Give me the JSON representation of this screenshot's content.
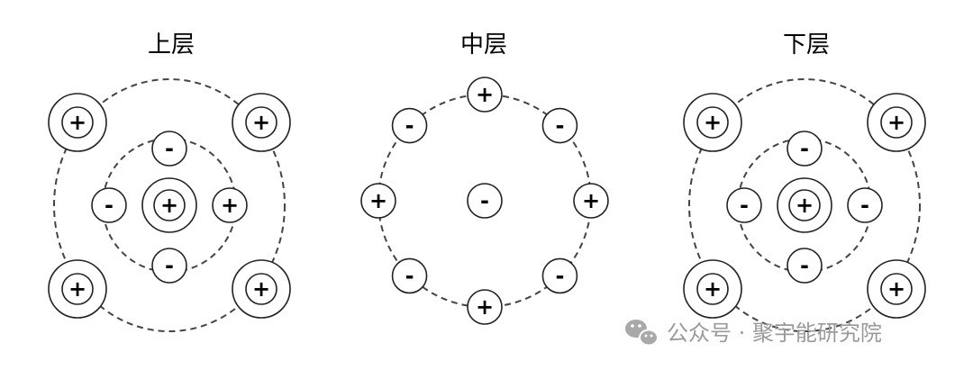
{
  "panels": [
    {
      "title": "上层",
      "center": "+",
      "inner": [
        "-",
        "+",
        "-",
        "-"
      ],
      "outer": [
        "+",
        "+",
        "+",
        "+"
      ]
    },
    {
      "title": "中层",
      "center": "-",
      "ring": [
        "+",
        "-",
        "+",
        "-",
        "+",
        "-",
        "+",
        "-"
      ]
    },
    {
      "title": "下层",
      "center": "+",
      "inner": [
        "-",
        "-",
        "-",
        "-"
      ],
      "outer": [
        "+",
        "+",
        "+",
        "+"
      ]
    }
  ],
  "watermark": {
    "text": "公众号 · 聚宇能研究院",
    "icon": "wechat-icon"
  }
}
